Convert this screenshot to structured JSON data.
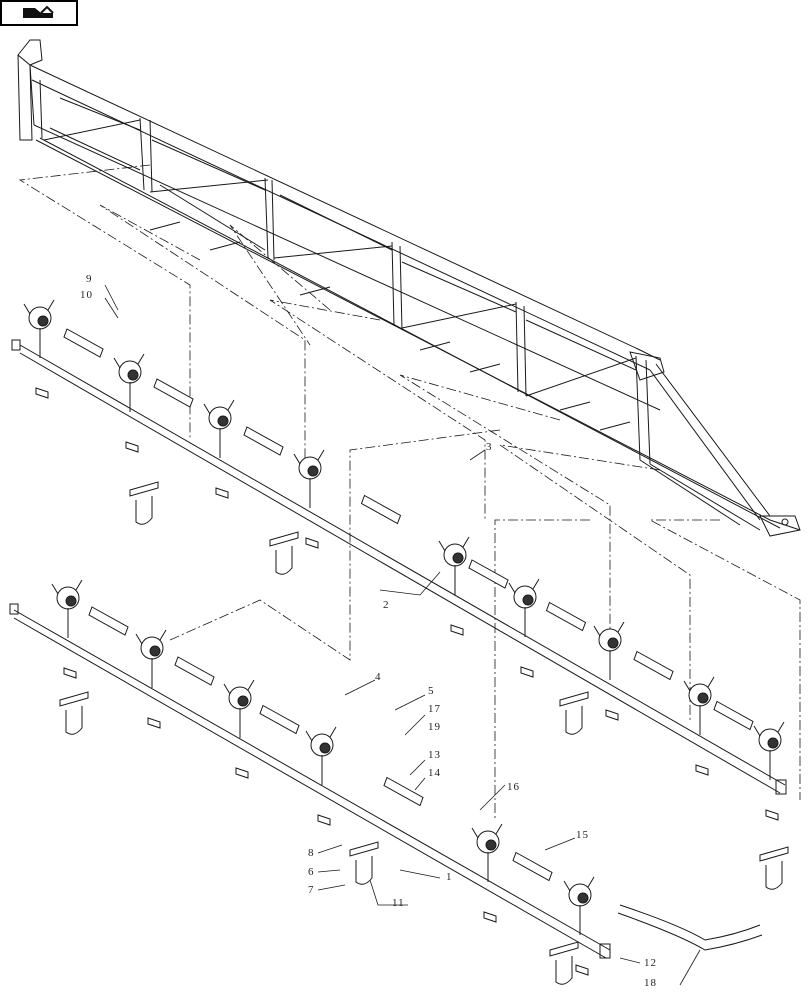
{
  "nav": {
    "icon": "page-turn-icon"
  },
  "callouts": {
    "c1": "1",
    "c2": "2",
    "c3": "3",
    "c4": "4",
    "c5": "5",
    "c6": "6",
    "c7": "7",
    "c8": "8",
    "c9": "9",
    "c10": "10",
    "c11": "11",
    "c12": "12",
    "c13": "13",
    "c14": "14",
    "c15": "15",
    "c16": "16",
    "c17": "17",
    "c18": "18"
  },
  "colors": {
    "line": "#1a1a1a",
    "background": "#ffffff"
  }
}
